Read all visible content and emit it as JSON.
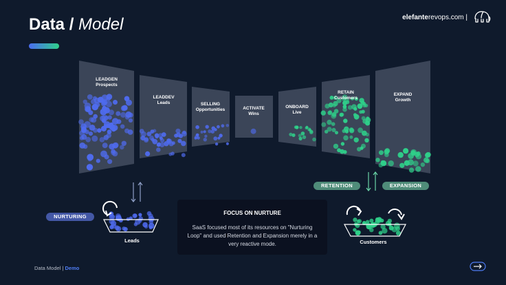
{
  "header": {
    "title_bold": "Data /",
    "title_light": "Model",
    "brand_bold": "elefante",
    "brand_rest": "revops.com |"
  },
  "panels": [
    {
      "title": "LEADGEN",
      "subtitle": "Prospects"
    },
    {
      "title": "LEADDEV",
      "subtitle": "Leads"
    },
    {
      "title": "SELLING",
      "subtitle": "Opportunities"
    },
    {
      "title": "ACTIVATE",
      "subtitle": "Wins"
    },
    {
      "title": "ONBOARD",
      "subtitle": "Live"
    },
    {
      "title": "RETAIN",
      "subtitle": "Customers"
    },
    {
      "title": "EXPAND",
      "subtitle": "Growth"
    }
  ],
  "pills": {
    "nurturing": "NURTURING",
    "retention": "RETENTION",
    "expansion": "EXPANSION"
  },
  "focus": {
    "title": "FOCUS ON NURTURE",
    "text": "SaaS focused most of its resources on \"Nurturing Loop\" and used Retention and Expansion merely in a very reactive mode."
  },
  "buckets": {
    "leads": "Leads",
    "customers": "Customers"
  },
  "footer": {
    "left": "Data Model |",
    "demo": "Demo"
  },
  "colors": {
    "background": "#0f1a2c",
    "leads_ball": "#4f6bef",
    "customer_ball": "#2fd08a",
    "panel": "#3b4558",
    "pill_blue": "#4458a6",
    "pill_green": "#4f8c79"
  }
}
